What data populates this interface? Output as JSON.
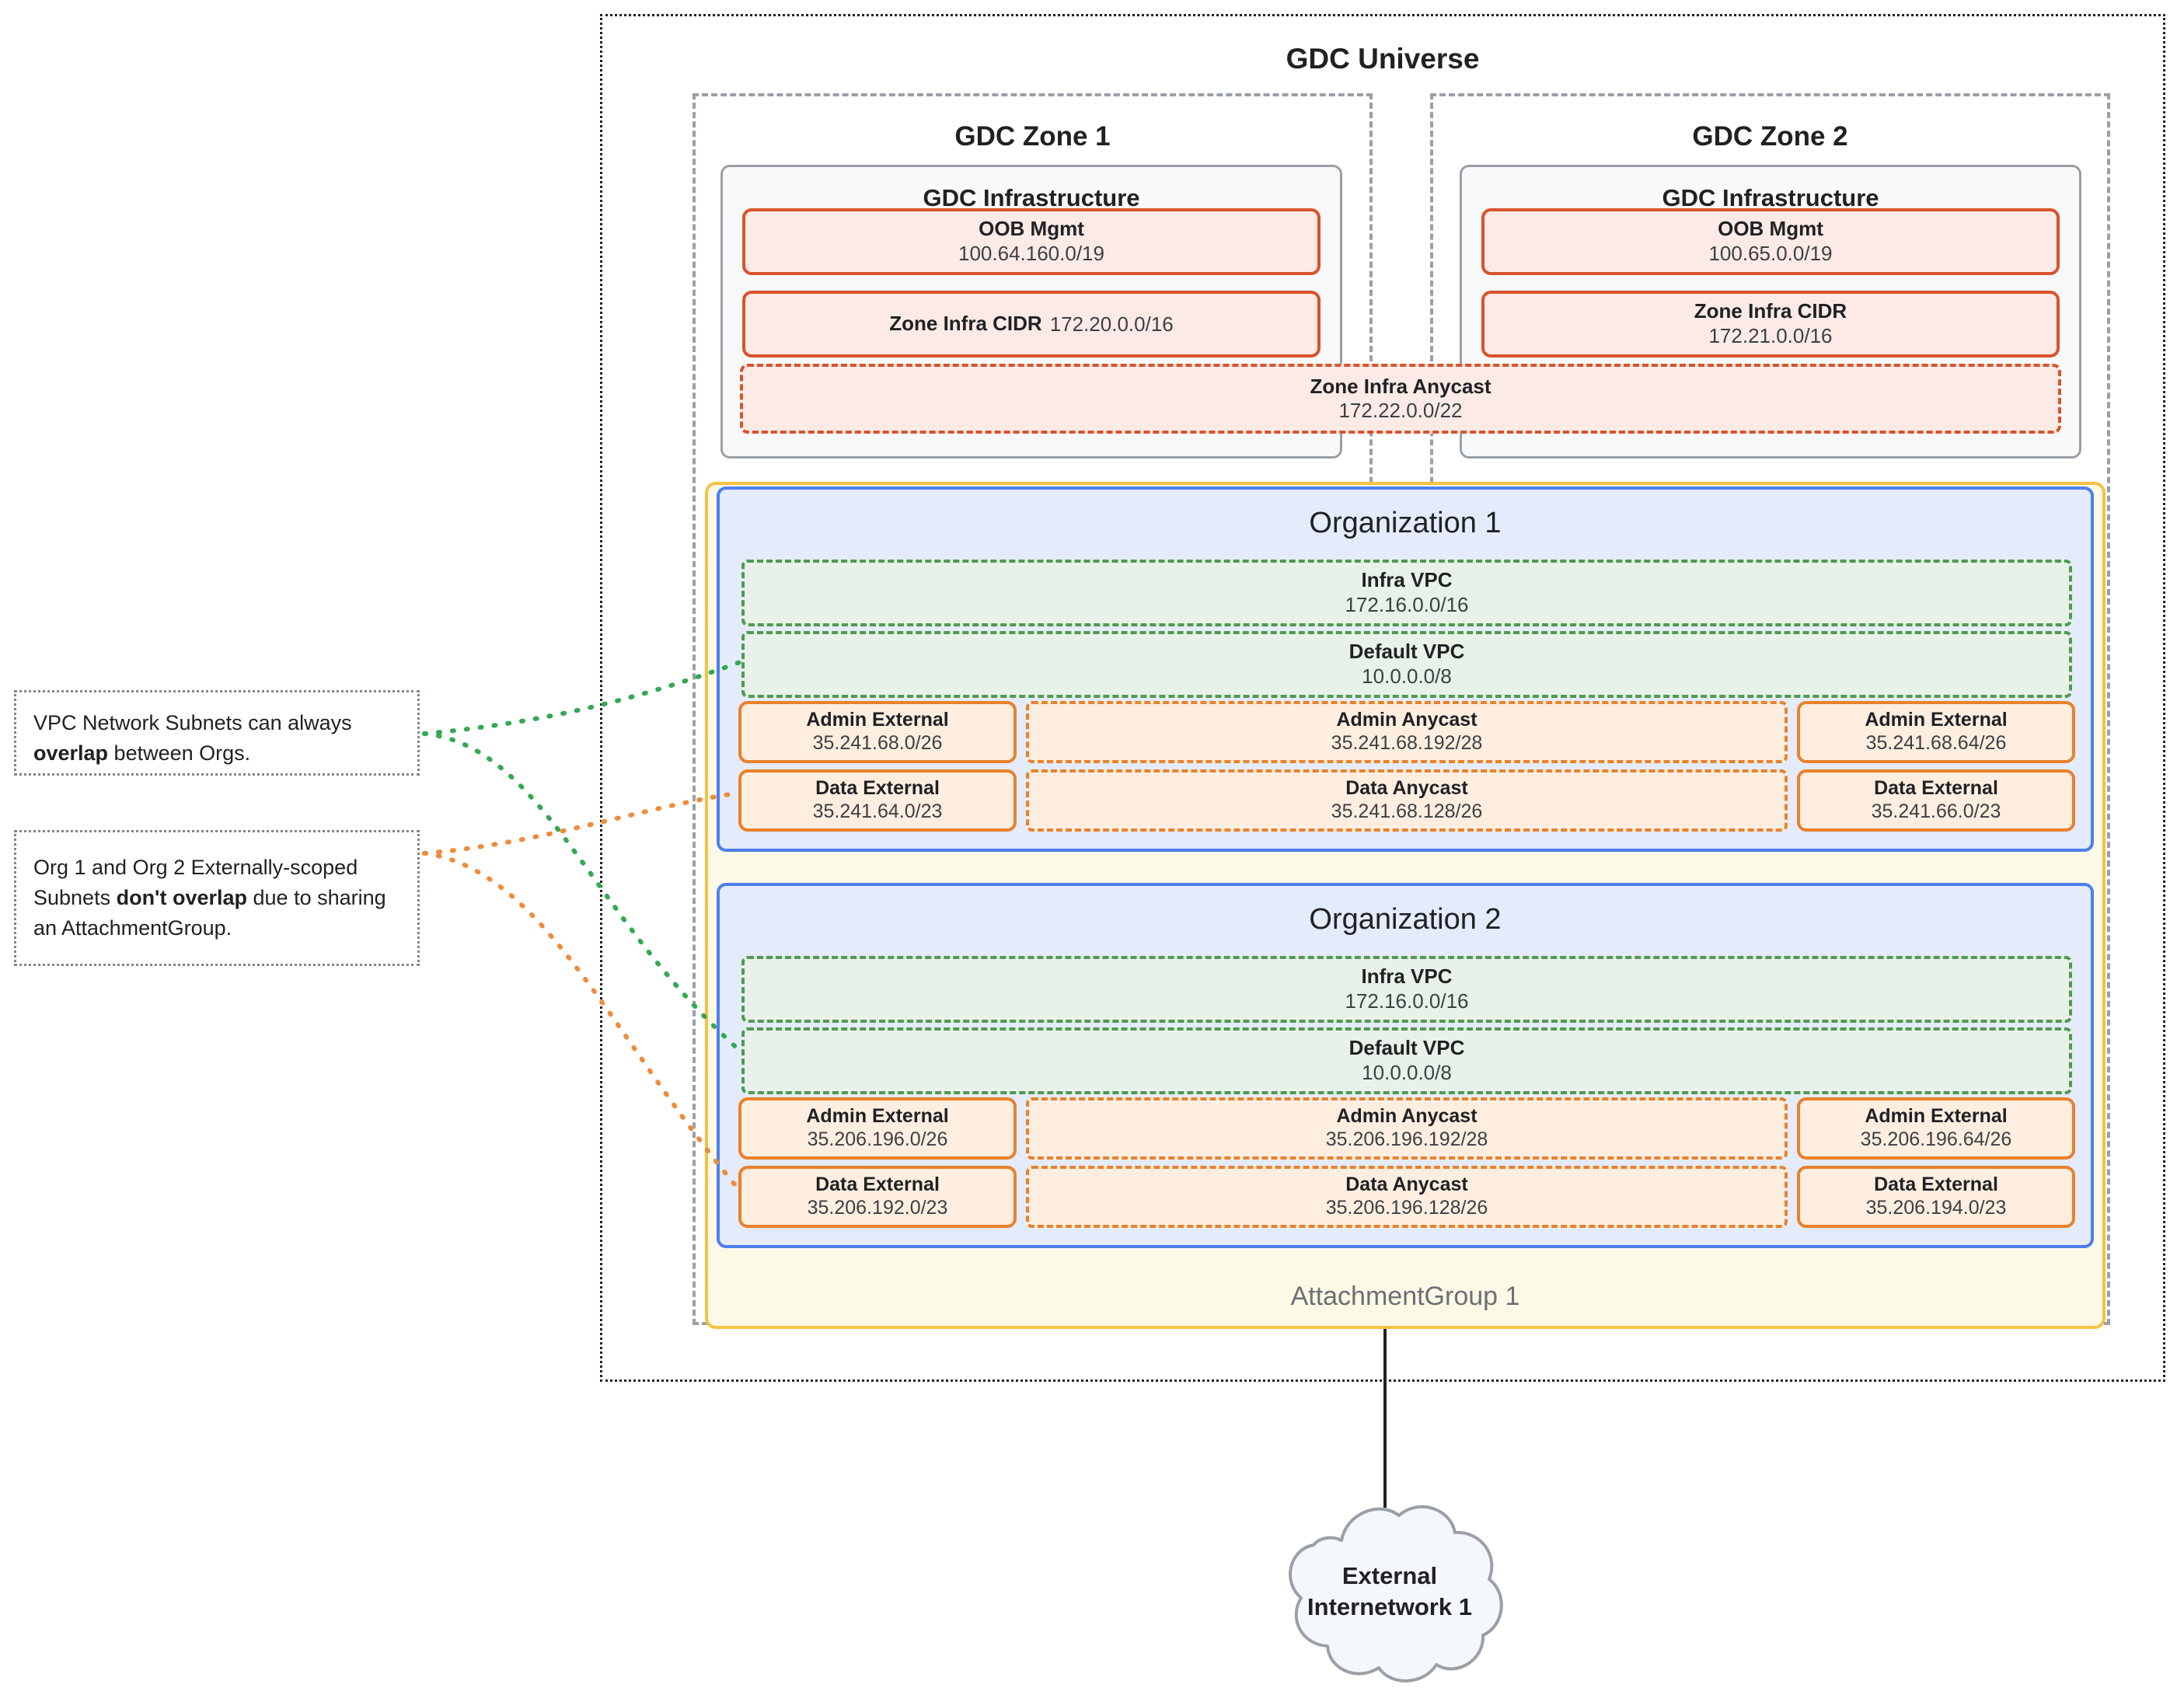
{
  "universe": {
    "title": "GDC Universe"
  },
  "zones": [
    {
      "title": "GDC Zone 1",
      "infra_title": "GDC Infrastructure",
      "oob": {
        "label": "OOB Mgmt",
        "cidr": "100.64.160.0/19"
      },
      "zone_infra_cidr": {
        "label": "Zone Infra CIDR",
        "cidr": "172.20.0.0/16"
      }
    },
    {
      "title": "GDC Zone 2",
      "infra_title": "GDC Infrastructure",
      "oob": {
        "label": "OOB Mgmt",
        "cidr": "100.65.0.0/19"
      },
      "zone_infra_cidr": {
        "label": "Zone Infra CIDR",
        "cidr": "172.21.0.0/16"
      }
    }
  ],
  "zone_infra_anycast": {
    "label": "Zone Infra Anycast",
    "cidr": "172.22.0.0/22"
  },
  "attachment_group": {
    "label": "AttachmentGroup 1"
  },
  "orgs": [
    {
      "title": "Organization 1",
      "infra_vpc": {
        "label": "Infra VPC",
        "cidr": "172.16.0.0/16"
      },
      "default_vpc": {
        "label": "Default VPC",
        "cidr": "10.0.0.0/8"
      },
      "admin_external_left": {
        "label": "Admin External",
        "cidr": "35.241.68.0/26"
      },
      "admin_anycast": {
        "label": "Admin Anycast",
        "cidr": "35.241.68.192/28"
      },
      "admin_external_right": {
        "label": "Admin External",
        "cidr": "35.241.68.64/26"
      },
      "data_external_left": {
        "label": "Data External",
        "cidr": "35.241.64.0/23"
      },
      "data_anycast": {
        "label": "Data Anycast",
        "cidr": "35.241.68.128/26"
      },
      "data_external_right": {
        "label": "Data External",
        "cidr": "35.241.66.0/23"
      }
    },
    {
      "title": "Organization 2",
      "infra_vpc": {
        "label": "Infra VPC",
        "cidr": "172.16.0.0/16"
      },
      "default_vpc": {
        "label": "Default VPC",
        "cidr": "10.0.0.0/8"
      },
      "admin_external_left": {
        "label": "Admin External",
        "cidr": "35.206.196.0/26"
      },
      "admin_anycast": {
        "label": "Admin Anycast",
        "cidr": "35.206.196.192/28"
      },
      "admin_external_right": {
        "label": "Admin External",
        "cidr": "35.206.196.64/26"
      },
      "data_external_left": {
        "label": "Data External",
        "cidr": "35.206.192.0/23"
      },
      "data_anycast": {
        "label": "Data Anycast",
        "cidr": "35.206.196.128/26"
      },
      "data_external_right": {
        "label": "Data External",
        "cidr": "35.206.194.0/23"
      }
    }
  ],
  "callouts": [
    {
      "text_before": "VPC Network Subnets can always ",
      "emphasis": "overlap",
      "text_after": " between Orgs."
    },
    {
      "text_before": "Org 1 and Org 2 Externally-scoped Subnets ",
      "emphasis": "don't overlap",
      "text_after": " due to sharing an AttachmentGroup."
    }
  ],
  "external_cloud": {
    "line1": "External",
    "line2": "Internetwork 1"
  },
  "colors": {
    "universe_border": "#202124",
    "zone_border": "#9aa0a6",
    "infra_panel_border": "#9aa0a6",
    "infra_panel_fill": "#f7f9fa",
    "infra_box_border": "#d9532c",
    "infra_box_fill": "#fbeae6",
    "org_border": "#4d7ff0",
    "org_fill": "#e4ebfb",
    "vpc_border": "#4f9a52",
    "vpc_fill": "#e8f2e8",
    "subnet_border": "#e8822c",
    "subnet_fill": "#fdeee0",
    "attachment_border": "#f5c242",
    "attachment_fill": "#fdf9e7",
    "callout_border": "#80868b",
    "connector_green": "#34a853",
    "connector_orange": "#ef8c3b"
  }
}
